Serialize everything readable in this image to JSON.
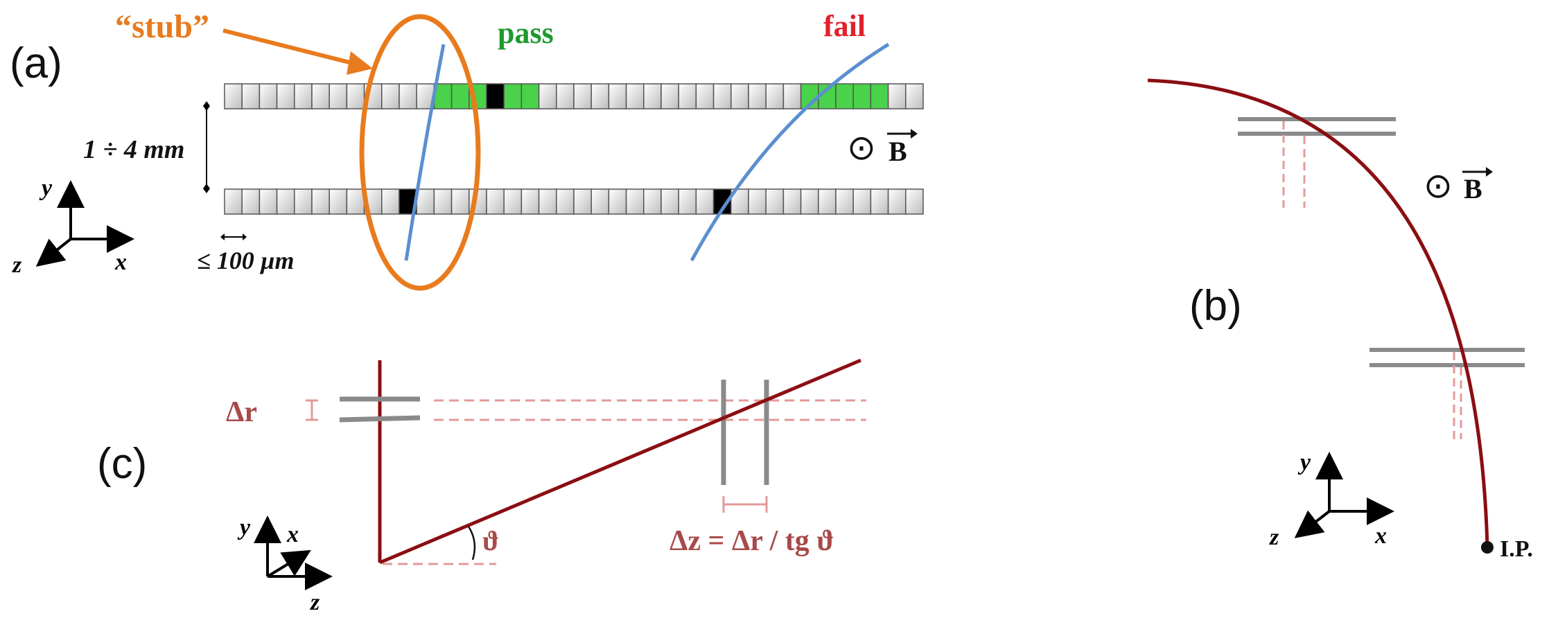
{
  "panel_a": {
    "label": "(a)",
    "stub_label": "“stub”",
    "pass_label": "pass",
    "fail_label": "fail",
    "spacing_label": "1 ÷ 4 mm",
    "pitch_label": "≤ 100 µm",
    "field_symbol": "⊙",
    "field_letter": "B",
    "axes": {
      "y": "y",
      "x": "x",
      "z": "z"
    },
    "strip_count": 40
  },
  "panel_b": {
    "label": "(b)",
    "field_symbol": "⊙",
    "field_letter": "B",
    "ip_label": "I.P.",
    "axes": {
      "y": "y",
      "x": "x",
      "z": "z"
    }
  },
  "panel_c": {
    "label": "(c)",
    "dr_label": "Δr",
    "dz_label": "Δz = Δr / tg ϑ",
    "theta_label": "ϑ",
    "axes": {
      "y": "y",
      "x": "x",
      "z": "z"
    }
  },
  "colors": {
    "stub_orange": "#e87b1e",
    "pass_green": "#1f9a2e",
    "pixel_green": "#49d24a",
    "fail_red": "#e2202c",
    "track_blue": "#5b8fd0",
    "track_dark_red": "#8b0e12",
    "dashed_pink": "#e39a98",
    "sensor_gray": "#8a8a8a",
    "label_red": "#a84a4a"
  }
}
